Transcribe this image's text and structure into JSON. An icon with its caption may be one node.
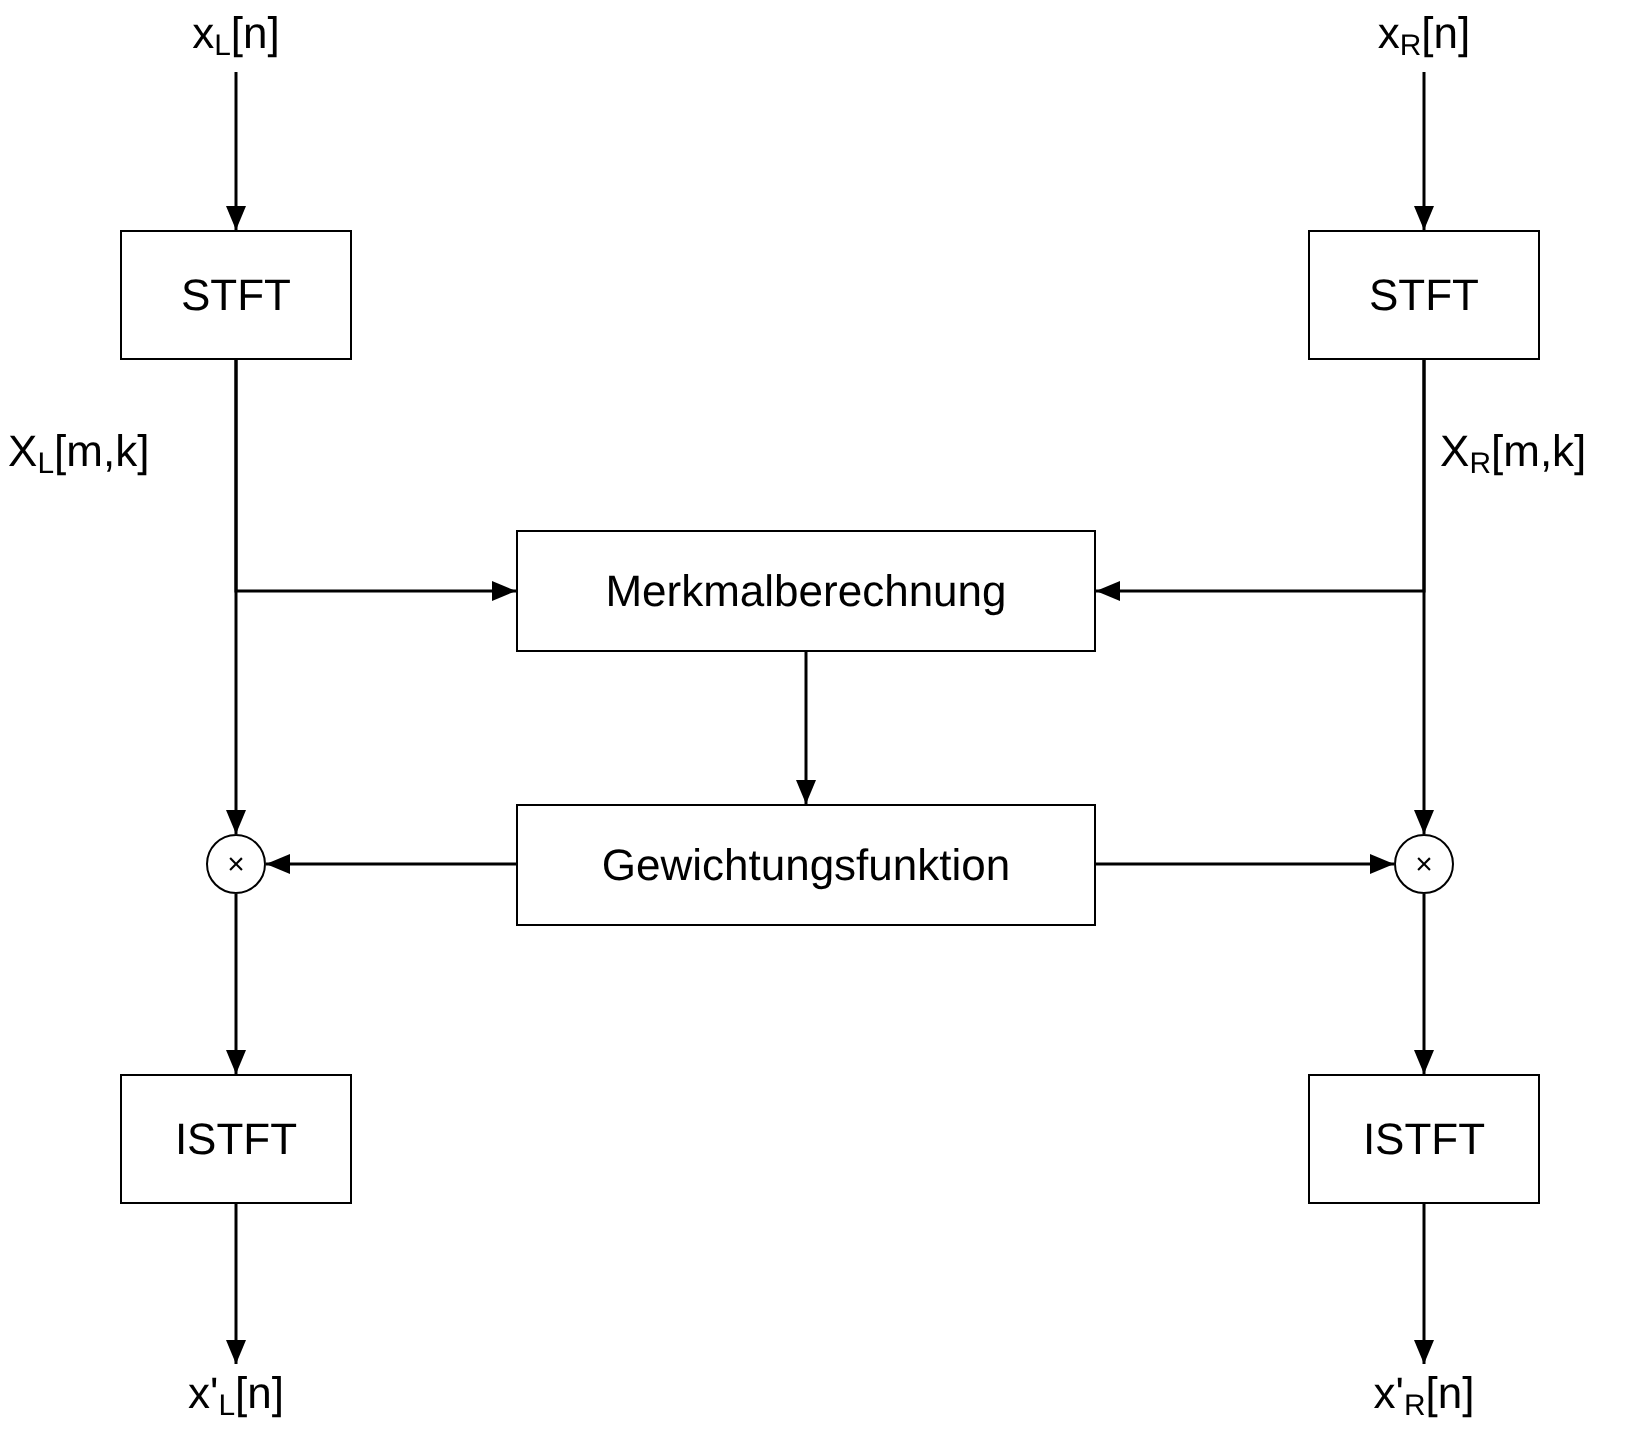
{
  "diagram": {
    "nodes": [
      {
        "text": [
          "x$_{L}$[n]"
        ]
      },
      {
        "text": [
          "x$_{R}$[n]"
        ]
      },
      {
        "text": [
          "STFT"
        ],
        "beside": [
          "X$_{L}$[m,k]"
        ]
      },
      {
        "text": [
          "STFT"
        ],
        "beside": [
          "X$_{R}$[m,k]"
        ]
      },
      {
        "text": [
          "Merkmalberechnung"
        ]
      },
      {
        "text": [
          "×"
        ]
      },
      {
        "text": [
          "Gewichtungsfunktion"
        ]
      },
      {
        "text": [
          "×"
        ]
      },
      {
        "text": [
          "ISTFT"
        ]
      },
      {
        "text": [
          "ISTFT"
        ]
      },
      {
        "text": [
          "x'$_{L}$[n]"
        ]
      },
      {
        "text": [
          "x'$_{R}$[n]"
        ]
      }
    ],
    "edges": [
      {
        "from": 0,
        "to": 2,
        "arrow": "to"
      },
      {
        "from": 1,
        "to": 3,
        "arrow": "to"
      },
      {
        "from": 2,
        "to": 5,
        "arrow": "to"
      },
      {
        "from": 2,
        "to": 4,
        "arrow": "to"
      },
      {
        "from": 3,
        "to": 7,
        "arrow": "to"
      },
      {
        "from": 3,
        "to": 4,
        "arrow": "to"
      },
      {
        "from": 4,
        "to": 6,
        "arrow": "to"
      },
      {
        "from": 6,
        "to": 5,
        "arrow": "to"
      },
      {
        "from": 6,
        "to": 7,
        "arrow": "to"
      },
      {
        "from": 5,
        "to": 8,
        "arrow": "to"
      },
      {
        "from": 7,
        "to": 9,
        "arrow": "to"
      },
      {
        "from": 8,
        "to": 10,
        "arrow": "to"
      },
      {
        "from": 9,
        "to": 11,
        "arrow": "to"
      }
    ]
  }
}
